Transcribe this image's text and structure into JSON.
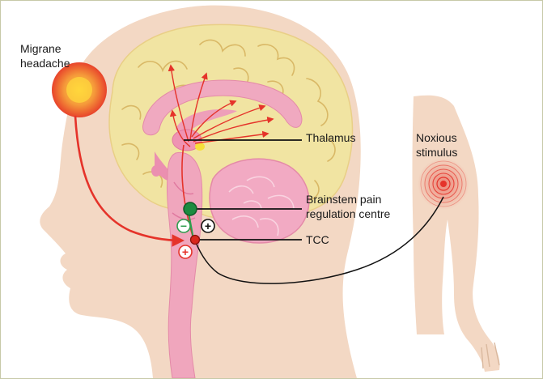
{
  "labels": {
    "migraine_line1": "Migrane",
    "migraine_line2": "headache",
    "thalamus": "Thalamus",
    "brainstem_line1": "Brainstem pain",
    "brainstem_line2": "regulation centre",
    "tcc": "TCC",
    "noxious_line1": "Noxious",
    "noxious_line2": "stimulus"
  },
  "symbols": {
    "minus": "−",
    "plus": "+"
  },
  "colors": {
    "skin": "#f3d8c4",
    "brain": "#f1e4a2",
    "pathway_red": "#e5332a",
    "inhibit_green": "#2e9d4e",
    "frame": "#c7c9a8"
  }
}
